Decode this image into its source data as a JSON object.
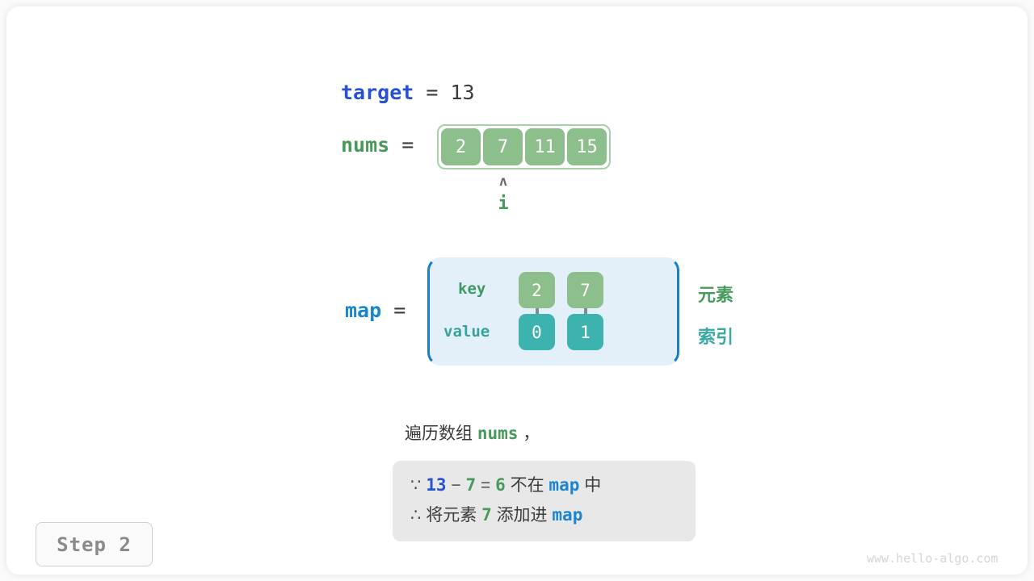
{
  "diagram": {
    "title_step": "Step 2",
    "watermark": "www.hello-algo.com",
    "target": {
      "label": "target",
      "equals": "=",
      "value": "13"
    },
    "nums": {
      "label": "nums",
      "equals": "=",
      "cells": [
        "2",
        "7",
        "11",
        "15"
      ],
      "pointer": {
        "caret": "ʌ",
        "name": "i",
        "index": 1
      }
    },
    "map": {
      "label": "map",
      "equals": "=",
      "row_labels": {
        "key": "key",
        "value": "value"
      },
      "entries": [
        {
          "key": "2",
          "value": "0"
        },
        {
          "key": "7",
          "value": "1"
        }
      ],
      "side_labels": {
        "element": "元素",
        "index": "索引"
      }
    },
    "caption": {
      "prefix": "遍历数组",
      "code": "nums",
      "suffix": "，"
    },
    "note": {
      "line1": {
        "symbol": "∵",
        "a": "13",
        "minus": "−",
        "b": "7",
        "eq": "=",
        "result": "6",
        "text_mid": "不在",
        "code": "map",
        "text_end": "中"
      },
      "line2": {
        "symbol": "∴",
        "text_start": "将元素",
        "num": "7",
        "text_mid": "添加进",
        "code": "map"
      }
    }
  },
  "colors": {
    "target_blue": "#2850d2",
    "nums_green": "#479a59",
    "map_blue": "#1a86d0",
    "cell_green": "#8cbf8c",
    "cell_teal": "#3cb3ae",
    "map_fill": "#e3f0fa",
    "note_bg": "#e8e8e8",
    "element_label": "#4a9a5e",
    "index_label": "#3aa9a5"
  }
}
